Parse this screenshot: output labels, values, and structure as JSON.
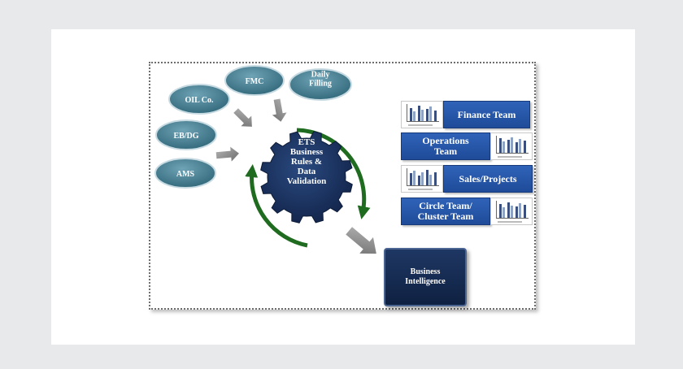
{
  "sources": [
    {
      "label": "OIL Co."
    },
    {
      "label": "FMC"
    },
    {
      "label": "Daily\nFilling"
    },
    {
      "label": "EB/DG"
    },
    {
      "label": "AMS"
    }
  ],
  "hub": {
    "label": "ETS\nBusiness\nRules &\nData\nValidation"
  },
  "output": {
    "label": "Business\nIntelligence"
  },
  "teams": [
    {
      "label": "Finance Team"
    },
    {
      "label": "Operations\nTeam"
    },
    {
      "label": "Sales/Projects"
    },
    {
      "label": "Circle Team/\nCluster Team"
    }
  ],
  "colors": {
    "source_ellipse": "#4a8196",
    "hub_gear": "#1c3560",
    "cycle_arrow": "#1f6b1f",
    "flow_arrow": "#8a8a8a",
    "team_box": "#2457a8",
    "output_box": "#1a2f55"
  }
}
